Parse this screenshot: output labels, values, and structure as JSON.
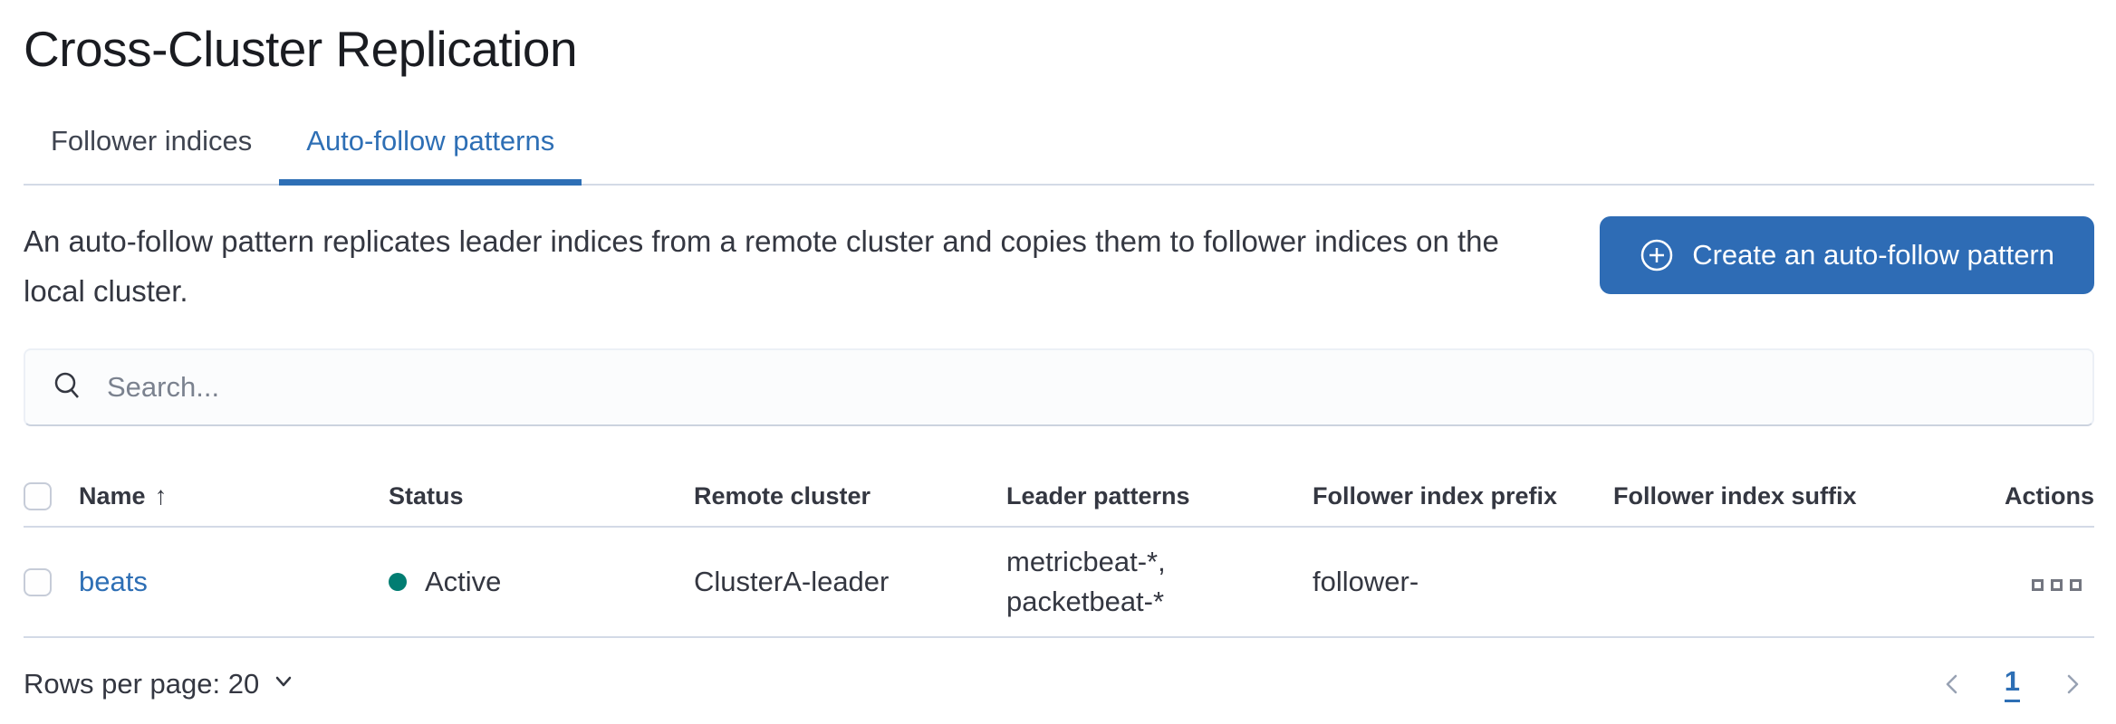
{
  "page": {
    "title": "Cross-Cluster Replication"
  },
  "tabs": [
    {
      "label": "Follower indices",
      "active": false
    },
    {
      "label": "Auto-follow patterns",
      "active": true
    }
  ],
  "description": "An auto-follow pattern replicates leader indices from a remote cluster and copies them to follower indices on the local cluster.",
  "create_button": {
    "label": "Create an auto-follow pattern",
    "icon": "plus-in-circle-icon"
  },
  "search": {
    "placeholder": "Search...",
    "icon": "search-icon"
  },
  "table": {
    "columns": [
      "Name",
      "Status",
      "Remote cluster",
      "Leader patterns",
      "Follower index prefix",
      "Follower index suffix",
      "Actions"
    ],
    "sorted_column": "Name",
    "sort_direction": "ascending",
    "sort_icon": "sort-ascending-arrow-icon",
    "rows": [
      {
        "name": "beats",
        "status": "Active",
        "remote_cluster": "ClusterA-leader",
        "leader_patterns": [
          "metricbeat-*,",
          "packetbeat-*"
        ],
        "follower_index_prefix": "follower-",
        "follower_index_suffix": "",
        "actions_icon": "boxes-horizontal-icon"
      }
    ]
  },
  "footer": {
    "rows_per_page_label": "Rows per page: 20",
    "pagination": {
      "current_page": "1"
    }
  },
  "colors": {
    "primary_blue": "#2e6fb5",
    "button_blue": "#2e6cb5",
    "success_teal": "#017d72",
    "text_dark": "#343741",
    "title_dark": "#1a1c21",
    "border_gray": "#d3dae6",
    "icon_gray": "#69707d",
    "disabled_gray": "#98a2b3"
  }
}
